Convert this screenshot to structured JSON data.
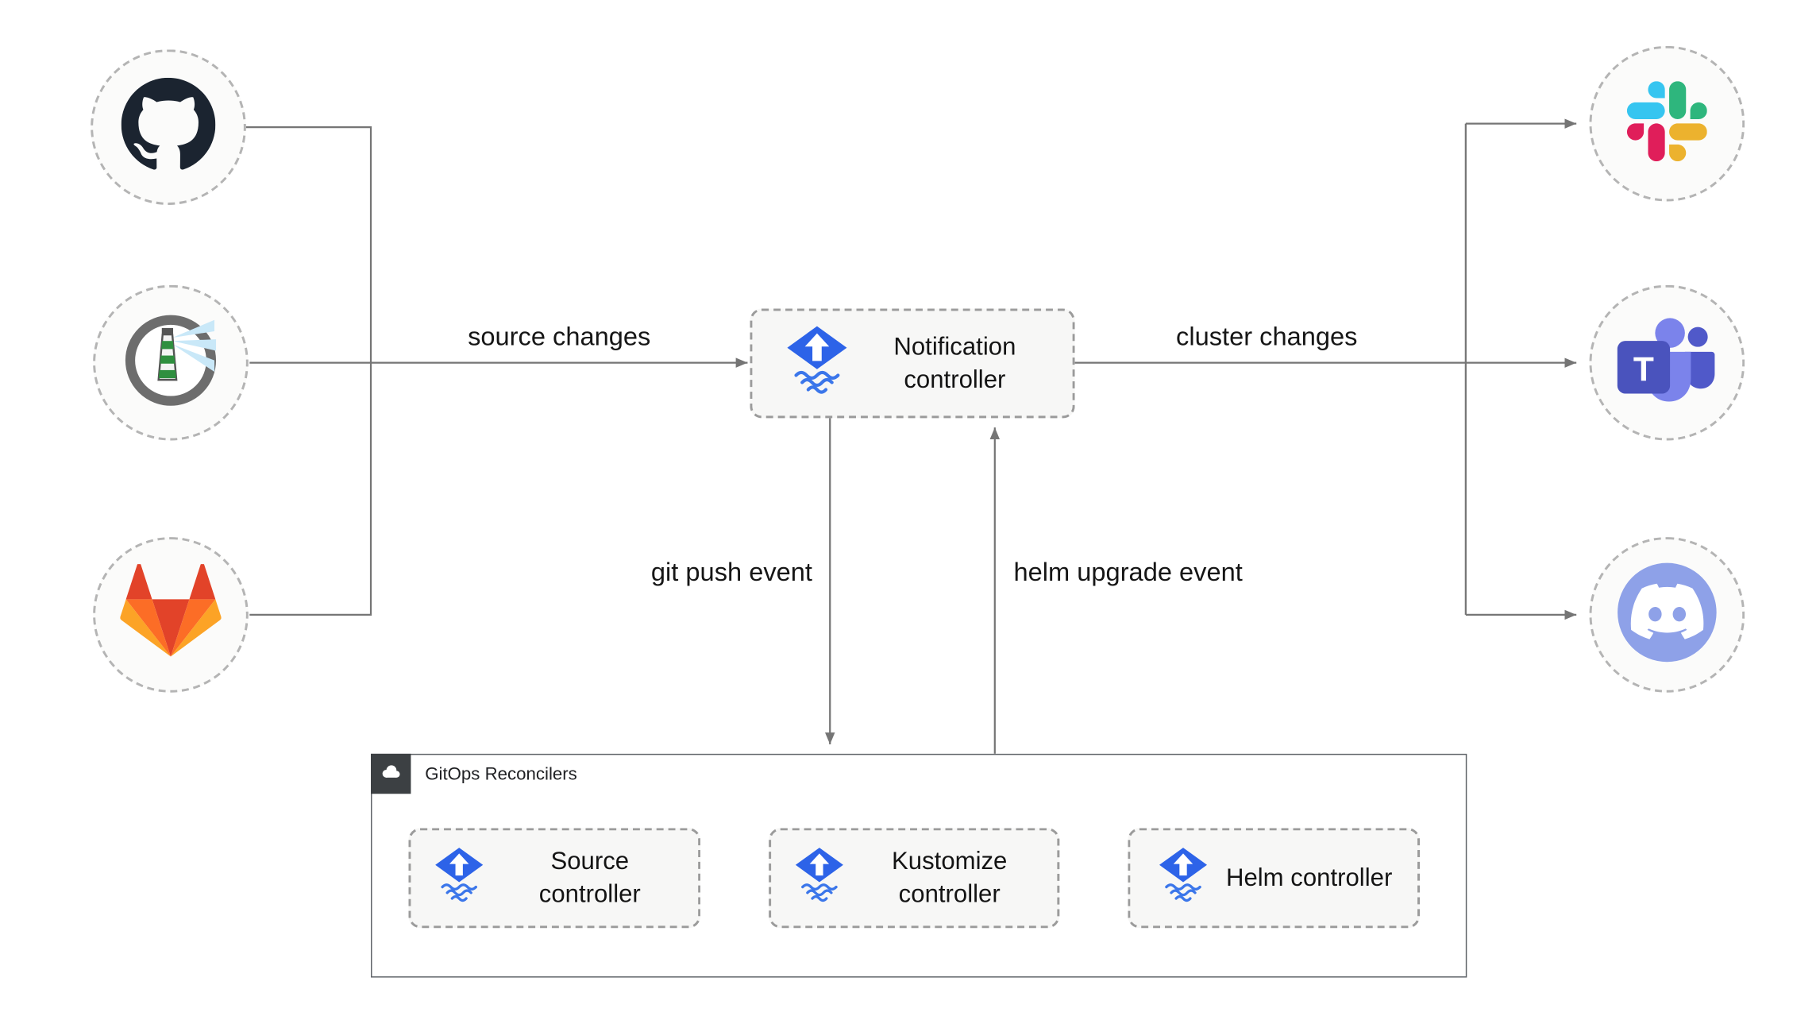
{
  "diagram": {
    "left_nodes": [
      {
        "icon": "github-icon"
      },
      {
        "icon": "harbor-icon"
      },
      {
        "icon": "gitlab-icon"
      }
    ],
    "right_nodes": [
      {
        "icon": "slack-icon"
      },
      {
        "icon": "teams-icon"
      },
      {
        "icon": "discord-icon"
      }
    ],
    "notification_controller": {
      "label": "Notification controller"
    },
    "edge_labels": {
      "source_changes": "source changes",
      "cluster_changes": "cluster changes",
      "git_push_event": "git push event",
      "helm_upgrade_event": "helm upgrade event"
    },
    "reconcilers": {
      "title": "GitOps Reconcilers",
      "controllers": [
        {
          "label": "Source controller"
        },
        {
          "label": "Kustomize controller"
        },
        {
          "label": "Helm controller"
        }
      ]
    },
    "icons": {
      "teams_letter": "T"
    },
    "colors": {
      "flux_blue": "#2d63e8",
      "flux_wave_blue": "#3b76ea",
      "arrow_gray": "#757575",
      "github_dark": "#1b2430",
      "gitlab_red": "#e24329",
      "gitlab_orange": "#fc6d26",
      "gitlab_yellow": "#fca326",
      "slack_blue": "#36C5F0",
      "slack_green": "#2EB67D",
      "slack_yellow": "#ECB22E",
      "slack_pink": "#E01E5A",
      "teams_purple": "#4a53bd",
      "teams_light_purple": "#7b83eb",
      "discord_blurple": "#8ea1e8"
    }
  }
}
